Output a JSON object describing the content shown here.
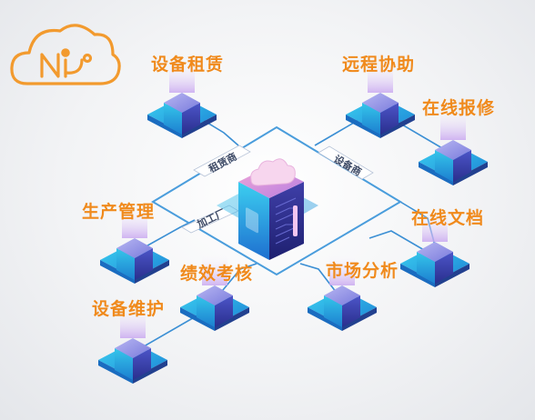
{
  "logo": {
    "icon": "cloud-logo-icon",
    "color": "#f29a2e"
  },
  "center": {
    "icon": "cloud-cube-icon"
  },
  "nodes": [
    {
      "id": "rental",
      "label": "设备租赁"
    },
    {
      "id": "remote",
      "label": "远程协助"
    },
    {
      "id": "repair",
      "label": "在线报修"
    },
    {
      "id": "production",
      "label": "生产管理"
    },
    {
      "id": "docs",
      "label": "在线文档"
    },
    {
      "id": "kpi",
      "label": "绩效考核"
    },
    {
      "id": "market",
      "label": "市场分析"
    },
    {
      "id": "maintenance",
      "label": "设备维护"
    }
  ],
  "ring_tags": {
    "lessor": "租赁商",
    "vendor": "设备商",
    "processor": "加工厂"
  },
  "colors": {
    "label": "#f08a1c",
    "line": "#3b8fd4",
    "cube_top": "#8f8ee6",
    "cube_side": "#2a9fd8",
    "cube_front": "#1f5fc4"
  }
}
